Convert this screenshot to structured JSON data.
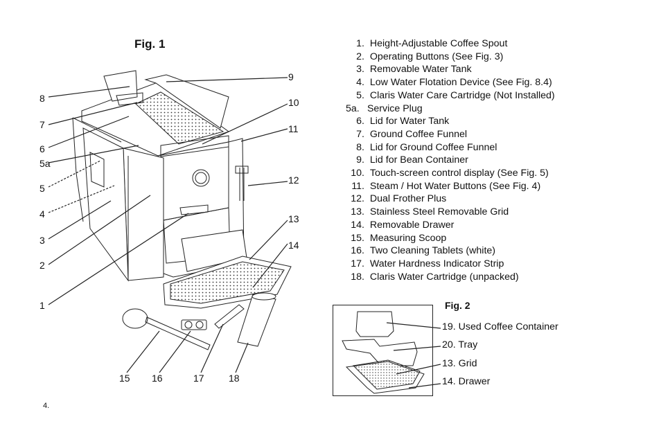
{
  "fig1": {
    "title": "Fig. 1",
    "callouts": [
      "1",
      "2",
      "3",
      "4",
      "5",
      "5a",
      "6",
      "7",
      "8",
      "9",
      "10",
      "11",
      "12",
      "13",
      "14",
      "15",
      "16",
      "17",
      "18"
    ]
  },
  "legend": [
    {
      "num": "1.",
      "text": "Height-Adjustable Coffee Spout"
    },
    {
      "num": "2.",
      "text": "Operating Buttons (See Fig. 3)"
    },
    {
      "num": "3.",
      "text": "Removable Water Tank"
    },
    {
      "num": "4.",
      "text": "Low Water Flotation Device (See Fig. 8.4)"
    },
    {
      "num": "5.",
      "text": "Claris Water Care Cartridge (Not Installed)"
    },
    {
      "num": "5a.",
      "text": "Service Plug"
    },
    {
      "num": "6.",
      "text": "Lid for Water Tank"
    },
    {
      "num": "7.",
      "text": "Ground Coffee Funnel"
    },
    {
      "num": "8.",
      "text": "Lid for Ground Coffee Funnel"
    },
    {
      "num": "9.",
      "text": "Lid for Bean Container"
    },
    {
      "num": "10.",
      "text": "Touch-screen control display (See Fig. 5)"
    },
    {
      "num": "11.",
      "text": "Steam / Hot Water Buttons (See Fig. 4)"
    },
    {
      "num": "12.",
      "text": "Dual Frother Plus"
    },
    {
      "num": "13.",
      "text": "Stainless Steel Removable Grid"
    },
    {
      "num": "14.",
      "text": "Removable Drawer"
    },
    {
      "num": "15.",
      "text": "Measuring Scoop"
    },
    {
      "num": "16.",
      "text": "Two Cleaning Tablets (white)"
    },
    {
      "num": "17.",
      "text": "Water Hardness Indicator Strip"
    },
    {
      "num": "18.",
      "text": "Claris Water Cartridge (unpacked)"
    }
  ],
  "fig2": {
    "title": "Fig. 2",
    "labels": [
      "19. Used Coffee Container",
      "20. Tray",
      "13. Grid",
      "14. Drawer"
    ]
  },
  "page_number": "4."
}
